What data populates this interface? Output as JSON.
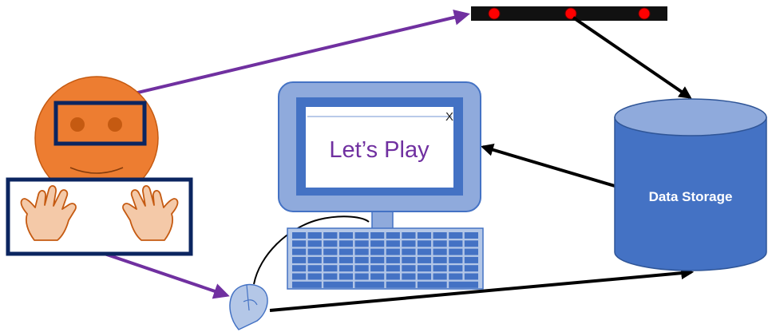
{
  "diagram": {
    "screen": {
      "title": "Let’s Play",
      "close_glyph": "X"
    },
    "data_storage": {
      "label": "Data Storage"
    },
    "nodes": {
      "user": "face-with-eyes-and-hands-icon",
      "eye_tracker": "eye-tracker-bar-icon",
      "computer": "desktop-computer-icon",
      "mouse": "mouse-icon",
      "storage": "database-cylinder-icon"
    },
    "arrows": [
      {
        "from": "user-eyes",
        "to": "eye-tracker"
      },
      {
        "from": "user-hands",
        "to": "mouse"
      },
      {
        "from": "eye-tracker",
        "to": "data-storage"
      },
      {
        "from": "data-storage",
        "to": "computer"
      },
      {
        "from": "mouse",
        "to": "data-storage"
      }
    ]
  },
  "colors": {
    "arrow_purple": "#7030a0",
    "arrow_black": "#000000",
    "face_orange": "#ed7d31",
    "frame_navy": "#0b2560",
    "monitor_light": "#8faadc",
    "monitor_dark": "#4472c4",
    "storage_blue": "#4472c4",
    "sensor_red": "#ff0000"
  }
}
